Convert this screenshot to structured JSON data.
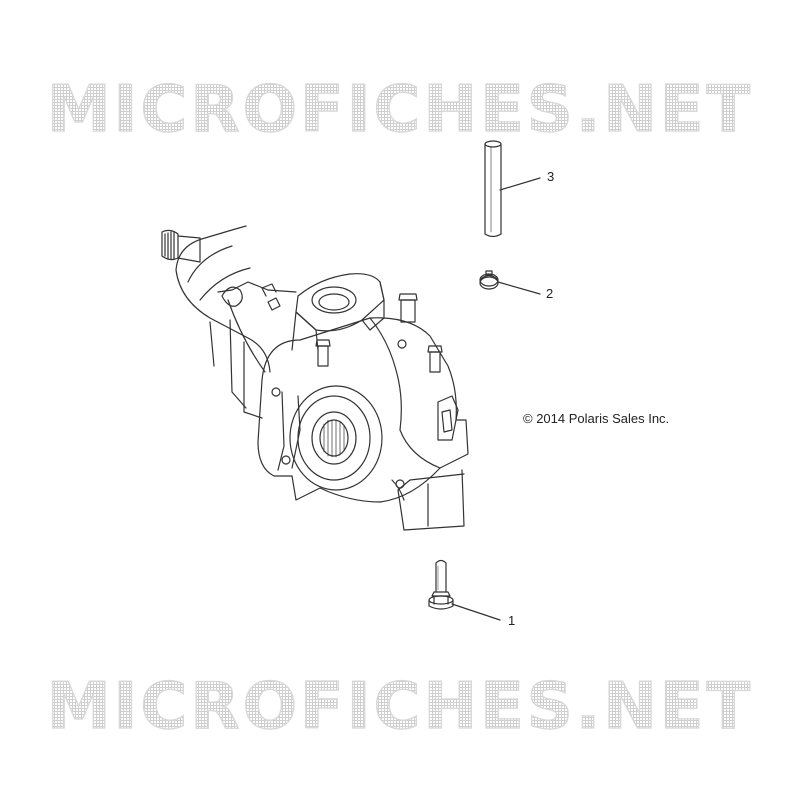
{
  "watermark_top": "MICROFICHES.NET",
  "watermark_bottom": "MICROFICHES.NET",
  "copyright": "© 2014 Polaris Sales Inc.",
  "callouts": [
    {
      "number": "1",
      "part": "bolt"
    },
    {
      "number": "2",
      "part": "clamp"
    },
    {
      "number": "3",
      "part": "vent-tube"
    }
  ],
  "colors": {
    "line": "#333333",
    "watermark": "#cfcfcf"
  }
}
